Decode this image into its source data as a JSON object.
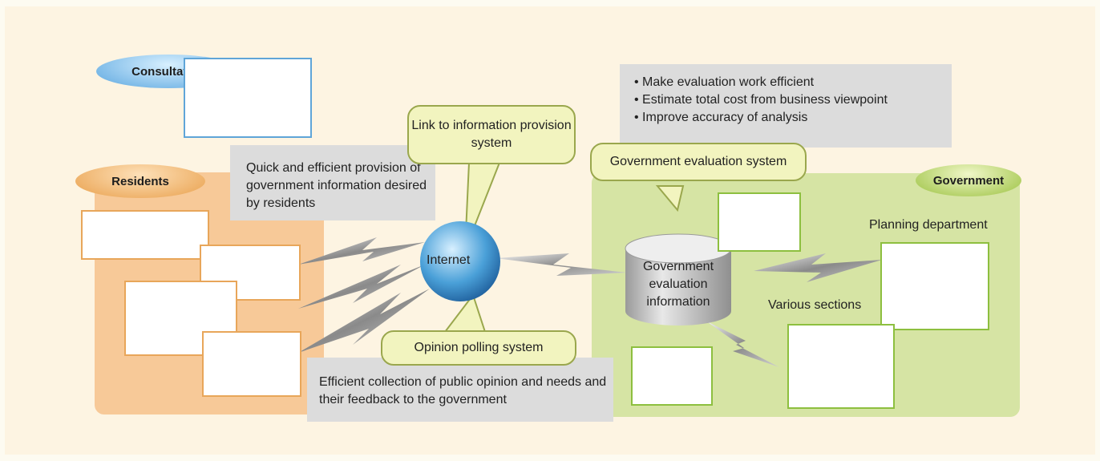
{
  "ellipses": {
    "consultation": "Consultation",
    "residents": "Residents",
    "government": "Government"
  },
  "residents_box": {
    "text": "Quick and efficient provision of government information desired by residents"
  },
  "callouts": {
    "link_info": "Link to information provision system",
    "opinion_polling": "Opinion polling system",
    "gov_eval": "Government evaluation system"
  },
  "internet": "Internet",
  "benefits": [
    "Make evaluation work efficient",
    "Estimate total cost from business viewpoint",
    "Improve accuracy of analysis"
  ],
  "feedback_box": {
    "text": "Efficient collection of public opinion and needs and their feedback to the government"
  },
  "database": "Government evaluation information",
  "gov_labels": {
    "planning": "Planning department",
    "sections": "Various sections"
  }
}
